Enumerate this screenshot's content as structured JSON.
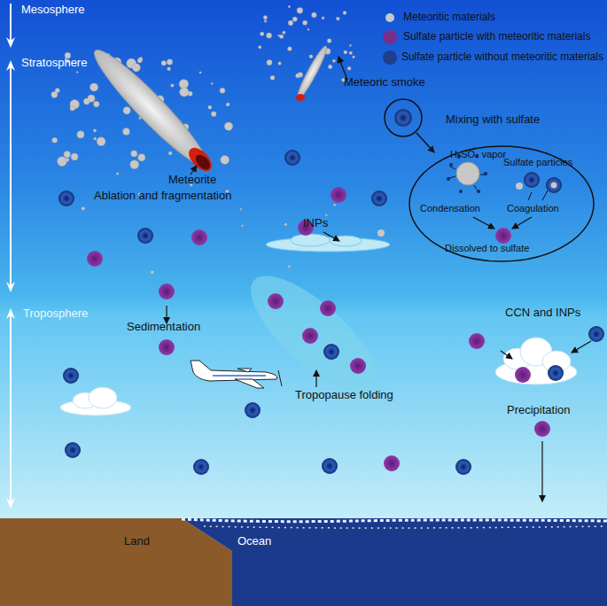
{
  "diagram": {
    "nodes": [
      {
        "text": [
          "H₂SO₄ vapor",
          "Sulfate particles",
          "Condensation",
          "Coagulation",
          "Dissolved to sulfate"
        ]
      }
    ],
    "labels": [
      "Mesosphere",
      "Stratosphere",
      "Troposphere",
      "Meteoric smoke",
      "Meteorite",
      "Ablation and fragmentation",
      "Mixing with sulfate",
      "INPs",
      "Sedimentation",
      "Tropopause folding",
      "CCN and INPs",
      "Precipitation",
      "Land",
      "Ocean"
    ],
    "legend": [
      {
        "text": "Meteoritic materials",
        "color": "#c8c8c8"
      },
      {
        "text": "Sulfate particle with meteoritic materials",
        "color": "#7b2d8e"
      },
      {
        "text": "Sulfate particle without meteoritic materials",
        "color": "#1f3f8f"
      }
    ]
  }
}
